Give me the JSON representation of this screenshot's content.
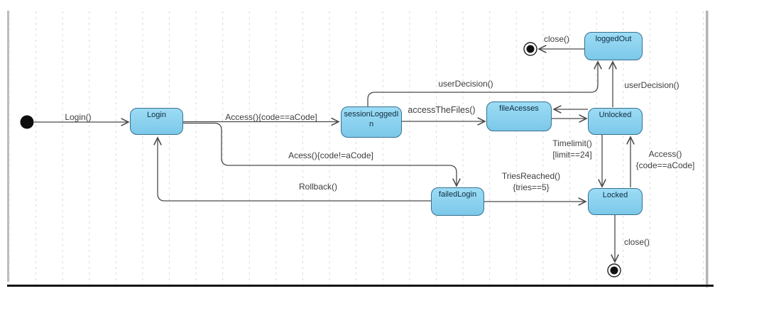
{
  "diagram": {
    "kind": "uml-state-machine",
    "colors": {
      "state_fill": "#8bd0ee",
      "state_border": "#36708f",
      "connector_line": "#4a4a4a",
      "grid_line": "#d9d9d9",
      "label_text": "#3d3d3d",
      "frame_bottom": "#141414",
      "frame_side": "#bdbdbd"
    },
    "states": [
      {
        "id": "login",
        "label": "Login"
      },
      {
        "id": "sessionLoggedIn",
        "label": "sessionLoggedI",
        "label2": "n"
      },
      {
        "id": "fileAcesses",
        "label": "fileAcesses"
      },
      {
        "id": "unlocked",
        "label": "Unlocked"
      },
      {
        "id": "loggedOut",
        "label": "loggedOut"
      },
      {
        "id": "failedLogin",
        "label": "failedLogin"
      },
      {
        "id": "locked",
        "label": "Locked"
      }
    ],
    "pseudostates": [
      {
        "id": "initial",
        "type": "initial-state"
      },
      {
        "id": "final-top",
        "type": "final-state"
      },
      {
        "id": "final-bottom",
        "type": "final-state"
      }
    ],
    "transitions": [
      {
        "id": "initial-to-login",
        "label": "Login()"
      },
      {
        "id": "login-to-session",
        "label": "Access(){code==aCode]"
      },
      {
        "id": "session-to-fileacesses",
        "label": "accessTheFiles()"
      },
      {
        "id": "session-to-loggedout",
        "label": "userDecision()"
      },
      {
        "id": "unlocked-to-loggedout",
        "label": "userDecision()"
      },
      {
        "id": "loggedout-to-final",
        "label": "close()"
      },
      {
        "id": "login-to-failedlogin",
        "label": "Acess(){code!=aCode]"
      },
      {
        "id": "failedlogin-to-login",
        "label": "Rollback()"
      },
      {
        "id": "failedlogin-to-locked",
        "label": "TriesReached()",
        "guard": "{tries==5}"
      },
      {
        "id": "unlocked-to-locked",
        "label": "Timelimit()",
        "guard": "[limit==24]"
      },
      {
        "id": "locked-to-unlocked",
        "label": "Access()",
        "guard": "{code==aCode]"
      },
      {
        "id": "locked-to-final",
        "label": "close()"
      }
    ]
  }
}
